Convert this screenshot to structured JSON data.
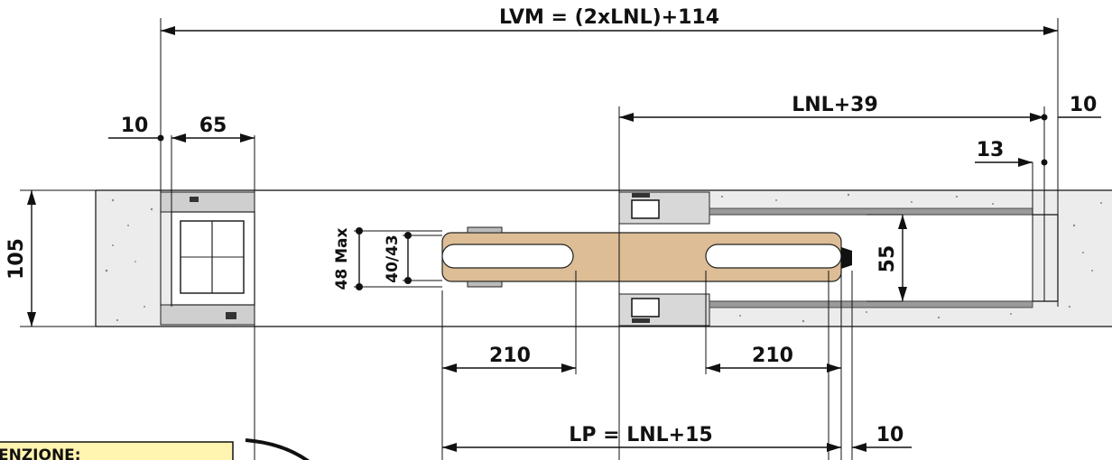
{
  "dimensions": {
    "lvm_total": "LVM = (2xLNL)+114",
    "left_gap": "10",
    "left_width": "65",
    "lnl_plus_39": "LNL+39",
    "right_gap": "10",
    "offset_13": "13",
    "height_105": "105",
    "height_55": "55",
    "panel_max": "48 Max",
    "panel_range": "40/43",
    "slot_left": "210",
    "slot_right": "210",
    "lp": "LP = LNL+15",
    "end_gap": "10"
  },
  "note": {
    "title": "ENZIONE:"
  },
  "colors": {
    "concrete": "#ececec",
    "panel": "#dcbd96",
    "note_background": "#fff4b0",
    "line": "#111111"
  }
}
